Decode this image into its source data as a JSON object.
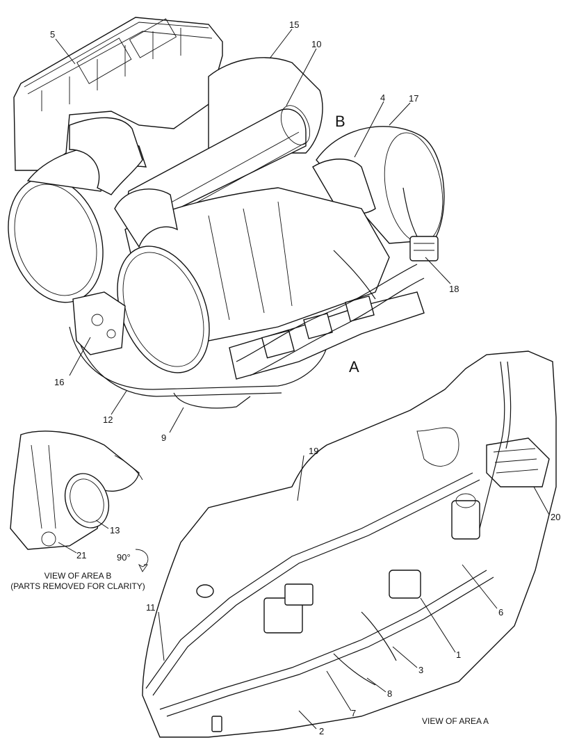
{
  "callouts": {
    "c1": "1",
    "c2": "2",
    "c3": "3",
    "c4": "4",
    "c5": "5",
    "c6": "6",
    "c7": "7",
    "c8": "8",
    "c9": "9",
    "c10": "10",
    "c11": "11",
    "c12": "12",
    "c13": "13",
    "c15": "15",
    "c16": "16",
    "c17": "17",
    "c18": "18",
    "c19": "19",
    "c20": "20",
    "c21": "21"
  },
  "area_labels": {
    "a": "A",
    "b": "B"
  },
  "rotation_label": "90°",
  "captions": {
    "view_b_line1": "VIEW OF AREA B",
    "view_b_line2": "(PARTS REMOVED FOR CLARITY)",
    "view_a": "VIEW OF AREA A"
  }
}
